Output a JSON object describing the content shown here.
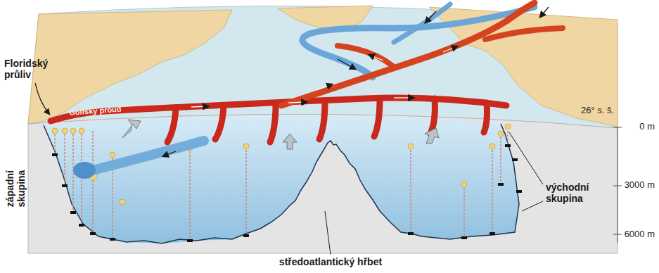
{
  "diagram": {
    "labels": [
      "Floridský průliv",
      "Golfský proud",
      "26° s. š.",
      "0 m",
      "3000 m",
      "6000 m",
      "západní skupina",
      "východní skupina",
      "středoatlantický hřbet"
    ]
  }
}
